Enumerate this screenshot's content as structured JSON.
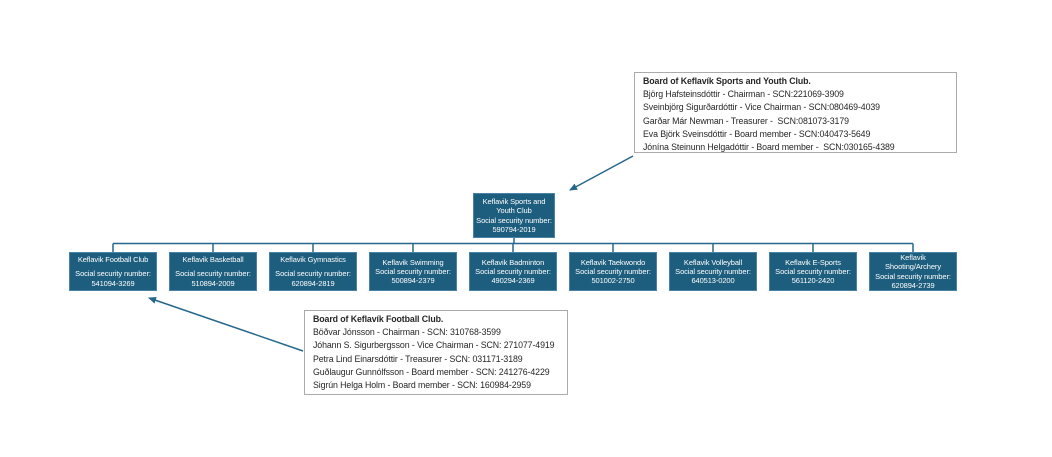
{
  "diagram": {
    "root": {
      "name": "Keflavik Sports and\nYouth Club",
      "ssn_label": "Social security number:",
      "ssn": "590794-2019"
    },
    "children": [
      {
        "name": "Keflavik Football Club",
        "ssn_label": "Social security number:",
        "ssn": "541094-3269",
        "gap": true
      },
      {
        "name": "Keflavik Basketball",
        "ssn_label": "Social security number:",
        "ssn": "510894-2009",
        "gap": true
      },
      {
        "name": "Keflavik Gymnastics",
        "ssn_label": "Social security number:",
        "ssn": "620894-2819",
        "gap": true
      },
      {
        "name": "Keflavik Swimming",
        "ssn_label": "Social security number:",
        "ssn": "500894-2379",
        "gap": false
      },
      {
        "name": "Keflavik Badminton",
        "ssn_label": "Social security number:",
        "ssn": "490294-2369",
        "gap": false
      },
      {
        "name": "Keflavik Taekwondo",
        "ssn_label": "Social security number:",
        "ssn": "501002-2750",
        "gap": false
      },
      {
        "name": "Keflavik Volleyball",
        "ssn_label": "Social security number:",
        "ssn": "640513-0200",
        "gap": false
      },
      {
        "name": "Keflavik E-Sports",
        "ssn_label": "Social security number:",
        "ssn": "561120-2420",
        "gap": false
      },
      {
        "name": "Keflavik\nShooting/Archery",
        "ssn_label": "Social security number:",
        "ssn": "620894-2739",
        "gap": false
      }
    ],
    "boards": [
      {
        "title": "Board of Keflavík Sports and Youth Club.",
        "members": [
          "Björg Hafsteinsdóttir - Chairman - SCN:221069-3909",
          "Sveinbjörg Sigurðardóttir - Vice Chairman - SCN:080469-4039",
          "Garðar Már Newman - Treasurer -  SCN:081073-3179",
          "Eva Björk Sveinsdóttir - Board member - SCN:040473-5649",
          "Jónína Steinunn Helgadóttir - Board member -  SCN:030165-4389"
        ]
      },
      {
        "title": "Board of Keflavík Football Club.",
        "members": [
          "Böðvar Jónsson - Chairman - SCN: 310768-3599",
          "Jóhann S. Sigurbergsson - Vice Chairman - SCN: 271077-4919",
          "Petra Lind Einarsdóttir - Treasurer - SCN: 031171-3189",
          "Guðlaugur Gunnólfsson - Board member - SCN: 241276-4229",
          "Sigrún Helga Holm - Board member - SCN: 160984-2959"
        ]
      }
    ],
    "colors": {
      "node_fill": "#1d5d7d",
      "node_border": "#4983a8",
      "node_text": "#ffffff",
      "connector": "#26678c",
      "board_border": "#ababab",
      "board_text": "#262626"
    }
  }
}
